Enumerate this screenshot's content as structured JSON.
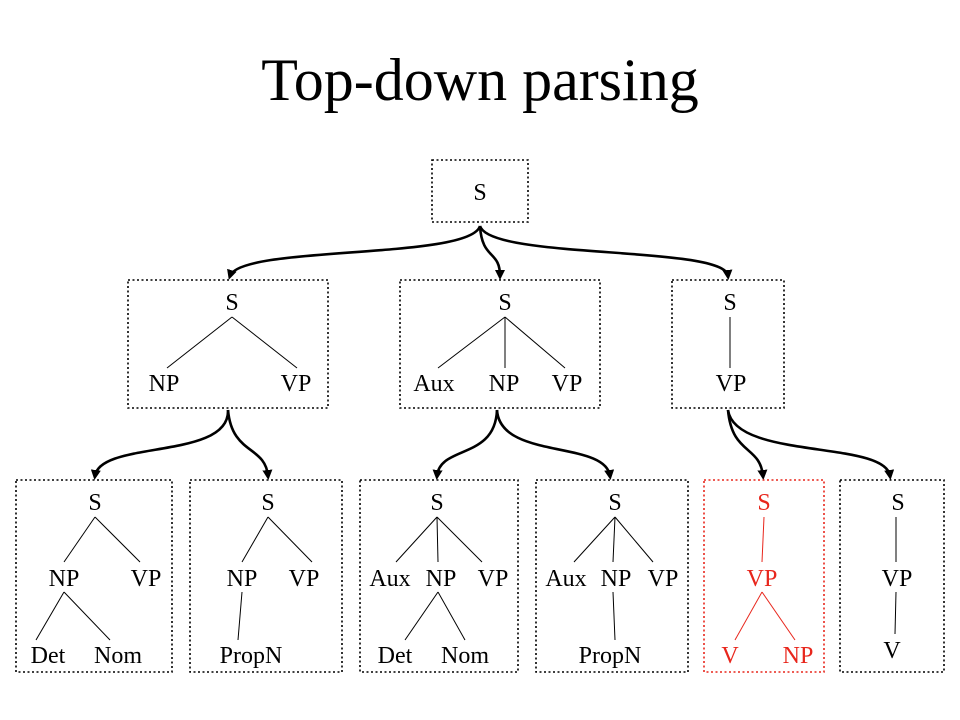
{
  "title": "Top-down parsing",
  "colors": {
    "highlight": "#e8261c",
    "text": "#000000",
    "background": "#ffffff"
  },
  "tree": {
    "root": {
      "labels": [
        "S"
      ]
    },
    "level1": [
      {
        "id": "a",
        "labels": [
          "S",
          "NP",
          "VP"
        ]
      },
      {
        "id": "b",
        "labels": [
          "S",
          "Aux",
          "NP",
          "VP"
        ]
      },
      {
        "id": "c",
        "labels": [
          "S",
          "VP"
        ]
      }
    ],
    "level2": [
      {
        "id": "a1",
        "parent": "a",
        "labels": [
          "S",
          "NP",
          "VP",
          "Det",
          "Nom"
        ],
        "highlighted": false
      },
      {
        "id": "a2",
        "parent": "a",
        "labels": [
          "S",
          "NP",
          "VP",
          "PropN"
        ],
        "highlighted": false
      },
      {
        "id": "b1",
        "parent": "b",
        "labels": [
          "S",
          "Aux",
          "NP",
          "VP",
          "Det",
          "Nom"
        ],
        "highlighted": false
      },
      {
        "id": "b2",
        "parent": "b",
        "labels": [
          "S",
          "Aux",
          "NP",
          "VP",
          "PropN"
        ],
        "highlighted": false
      },
      {
        "id": "c1",
        "parent": "c",
        "labels": [
          "S",
          "VP",
          "V",
          "NP"
        ],
        "highlighted": true
      },
      {
        "id": "c2",
        "parent": "c",
        "labels": [
          "S",
          "VP",
          "V"
        ],
        "highlighted": false
      }
    ]
  }
}
